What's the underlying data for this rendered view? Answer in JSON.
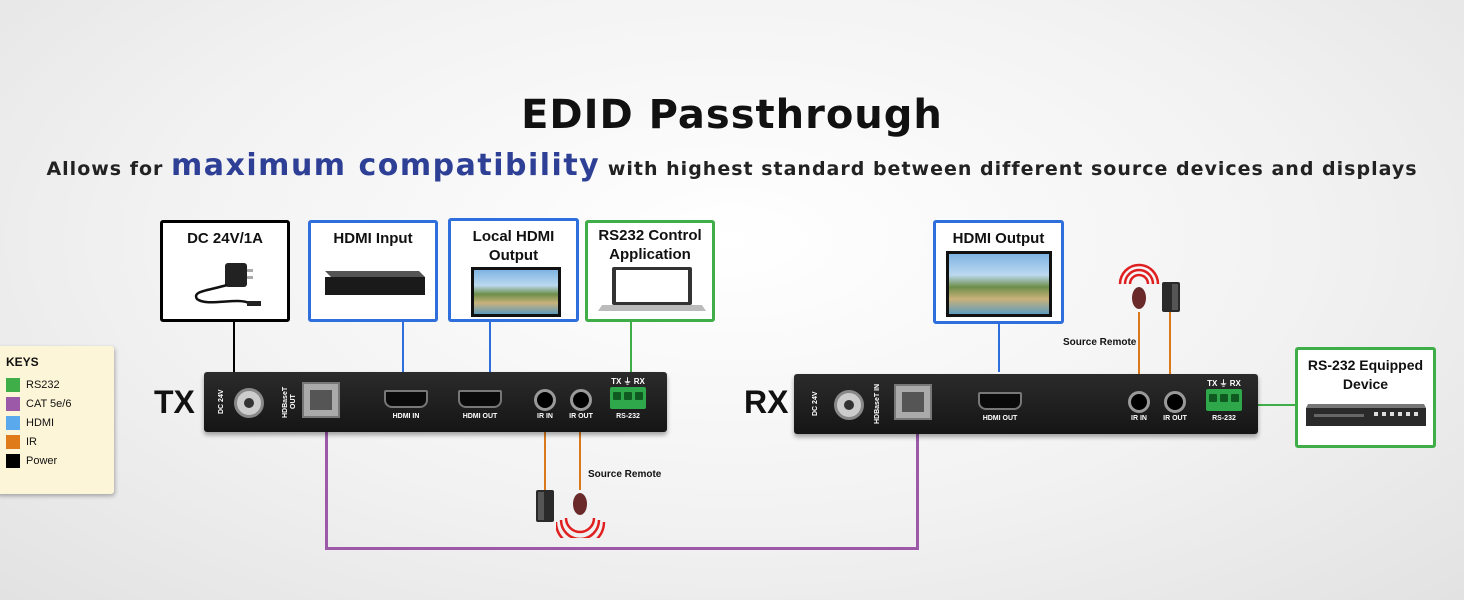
{
  "title": "EDID Passthrough",
  "subtitle": {
    "before": "Allows for",
    "highlight": "maximum compatibility",
    "after": "with highest standard between different source devices and displays",
    "highlight_color": "#2e3f96"
  },
  "boxes": {
    "dc": "DC 24V/1A",
    "hdmi_input": "HDMI Input",
    "local_hdmi_output": "Local HDMI Output",
    "rs232_app": "RS232 Control Application",
    "hdmi_output": "HDMI Output",
    "rs232_device": "RS-232 Equipped Device"
  },
  "tx": {
    "label": "TX",
    "dc_port": "DC 24V",
    "hdbaset": "HDBaseT OUT",
    "hdmi_in": "HDMI IN",
    "hdmi_out": "HDMI OUT",
    "ir_in": "IR IN",
    "ir_out": "IR OUT",
    "rs232": "RS-232",
    "txrx": "TX ⏚ RX",
    "source_remote": "Source Remote"
  },
  "rx": {
    "label": "RX",
    "dc_port": "DC 24V",
    "hdbaset": "HDBaseT IN",
    "hdmi_out": "HDMI OUT",
    "ir_in": "IR IN",
    "ir_out": "IR OUT",
    "rs232": "RS-232",
    "txrx": "TX ⏚ RX",
    "source_remote": "Source Remote"
  },
  "keys": {
    "title": "KEYS",
    "items": [
      {
        "label": "RS232",
        "color": "#3fae49"
      },
      {
        "label": "CAT 5e/6",
        "color": "#9b59a8"
      },
      {
        "label": "HDMI",
        "color": "#5aa9ec"
      },
      {
        "label": "IR",
        "color": "#e07b1a"
      },
      {
        "label": "Power",
        "color": "#000000"
      }
    ]
  },
  "colors": {
    "power": "#000000",
    "hdmi": "#2f6fdc",
    "rs232": "#3fae49",
    "cat": "#9b59a8",
    "ir": "#d9791c"
  }
}
